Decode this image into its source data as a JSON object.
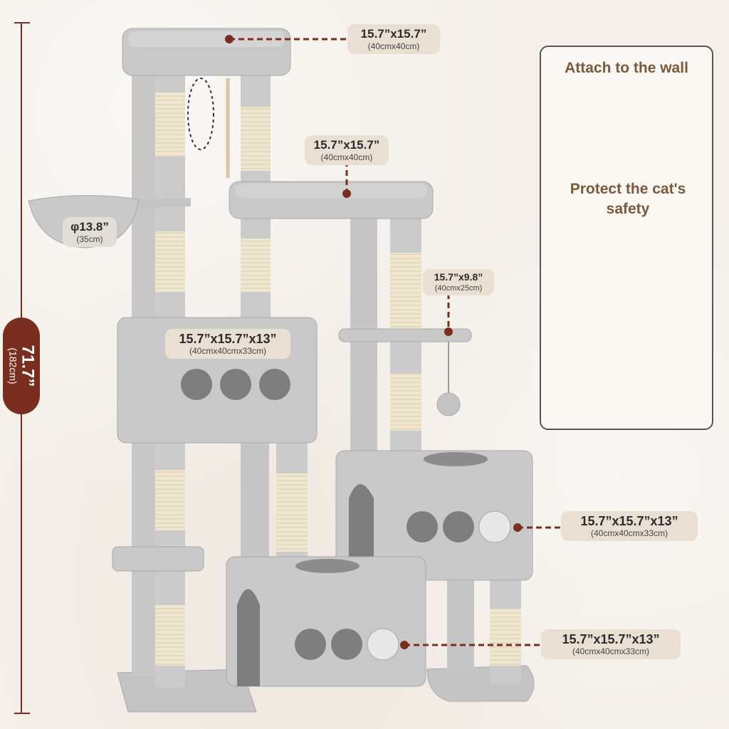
{
  "height_badge": {
    "inches": "71.7”",
    "cm": "(182cm)"
  },
  "labels": {
    "top_perch": {
      "main": "15.7”x15.7”",
      "sub": "(40cmx40cm)"
    },
    "mid_perch": {
      "main": "15.7”x15.7”",
      "sub": "(40cmx40cm)"
    },
    "basket": {
      "main": "φ13.8”",
      "sub": "(35cm)"
    },
    "small_platform": {
      "main": "15.7”x9.8”",
      "sub": "(40cmx25cm)"
    },
    "upper_condo": {
      "main": "15.7”x15.7”x13”",
      "sub": "(40cmx40cmx33cm)"
    },
    "right_condo": {
      "main": "15.7”x15.7”x13”",
      "sub": "(40cmx40cmx33cm)"
    },
    "bottom_condo": {
      "main": "15.7”x15.7”x13”",
      "sub": "(40cmx40cmx33cm)"
    }
  },
  "wall_panel": {
    "title": "Attach to the wall",
    "subtitle": "Protect the cat's safety"
  },
  "colors": {
    "accent": "#7a2e1f",
    "plush": "#c9c9c9",
    "sisal": "#efe6d0",
    "label_bg": "#eadfd3",
    "background": "#f4efe9"
  }
}
